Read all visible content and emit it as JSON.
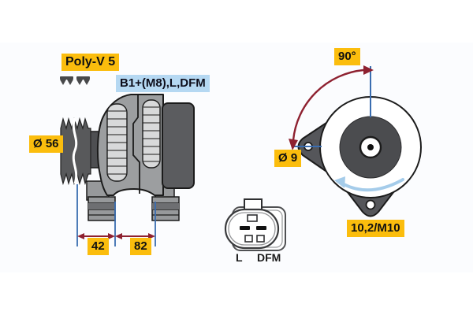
{
  "figure": {
    "type": "technical-diagram",
    "subject": "alternator three-view line drawing",
    "labels": {
      "belt_type": "Poly-V 5",
      "terminals": "B1+(M8),L,DFM",
      "pulley_diameter": "Ø 56",
      "dim_pulley": "42",
      "dim_mount": "82",
      "swing_angle": "90°",
      "lug_hole_diameter": "Ø 9",
      "mount_hole_spec": "10,2/M10",
      "connector_pin_left": "L",
      "connector_pin_right": "DFM"
    },
    "colors": {
      "label_yellow_bg": "#FBBD0D",
      "label_blue_bg": "#B5D8F2",
      "dimension_line_blue": "#3A6DB0",
      "dimension_arrow_red": "#8E2130",
      "rotation_arrow_blue": "#A5CCEA",
      "body_gray": "#9C9EA0",
      "dark_part_gray": "#55565A",
      "fin_gray": "#D8D9DA",
      "outline_black": "#1B1B1B"
    }
  }
}
